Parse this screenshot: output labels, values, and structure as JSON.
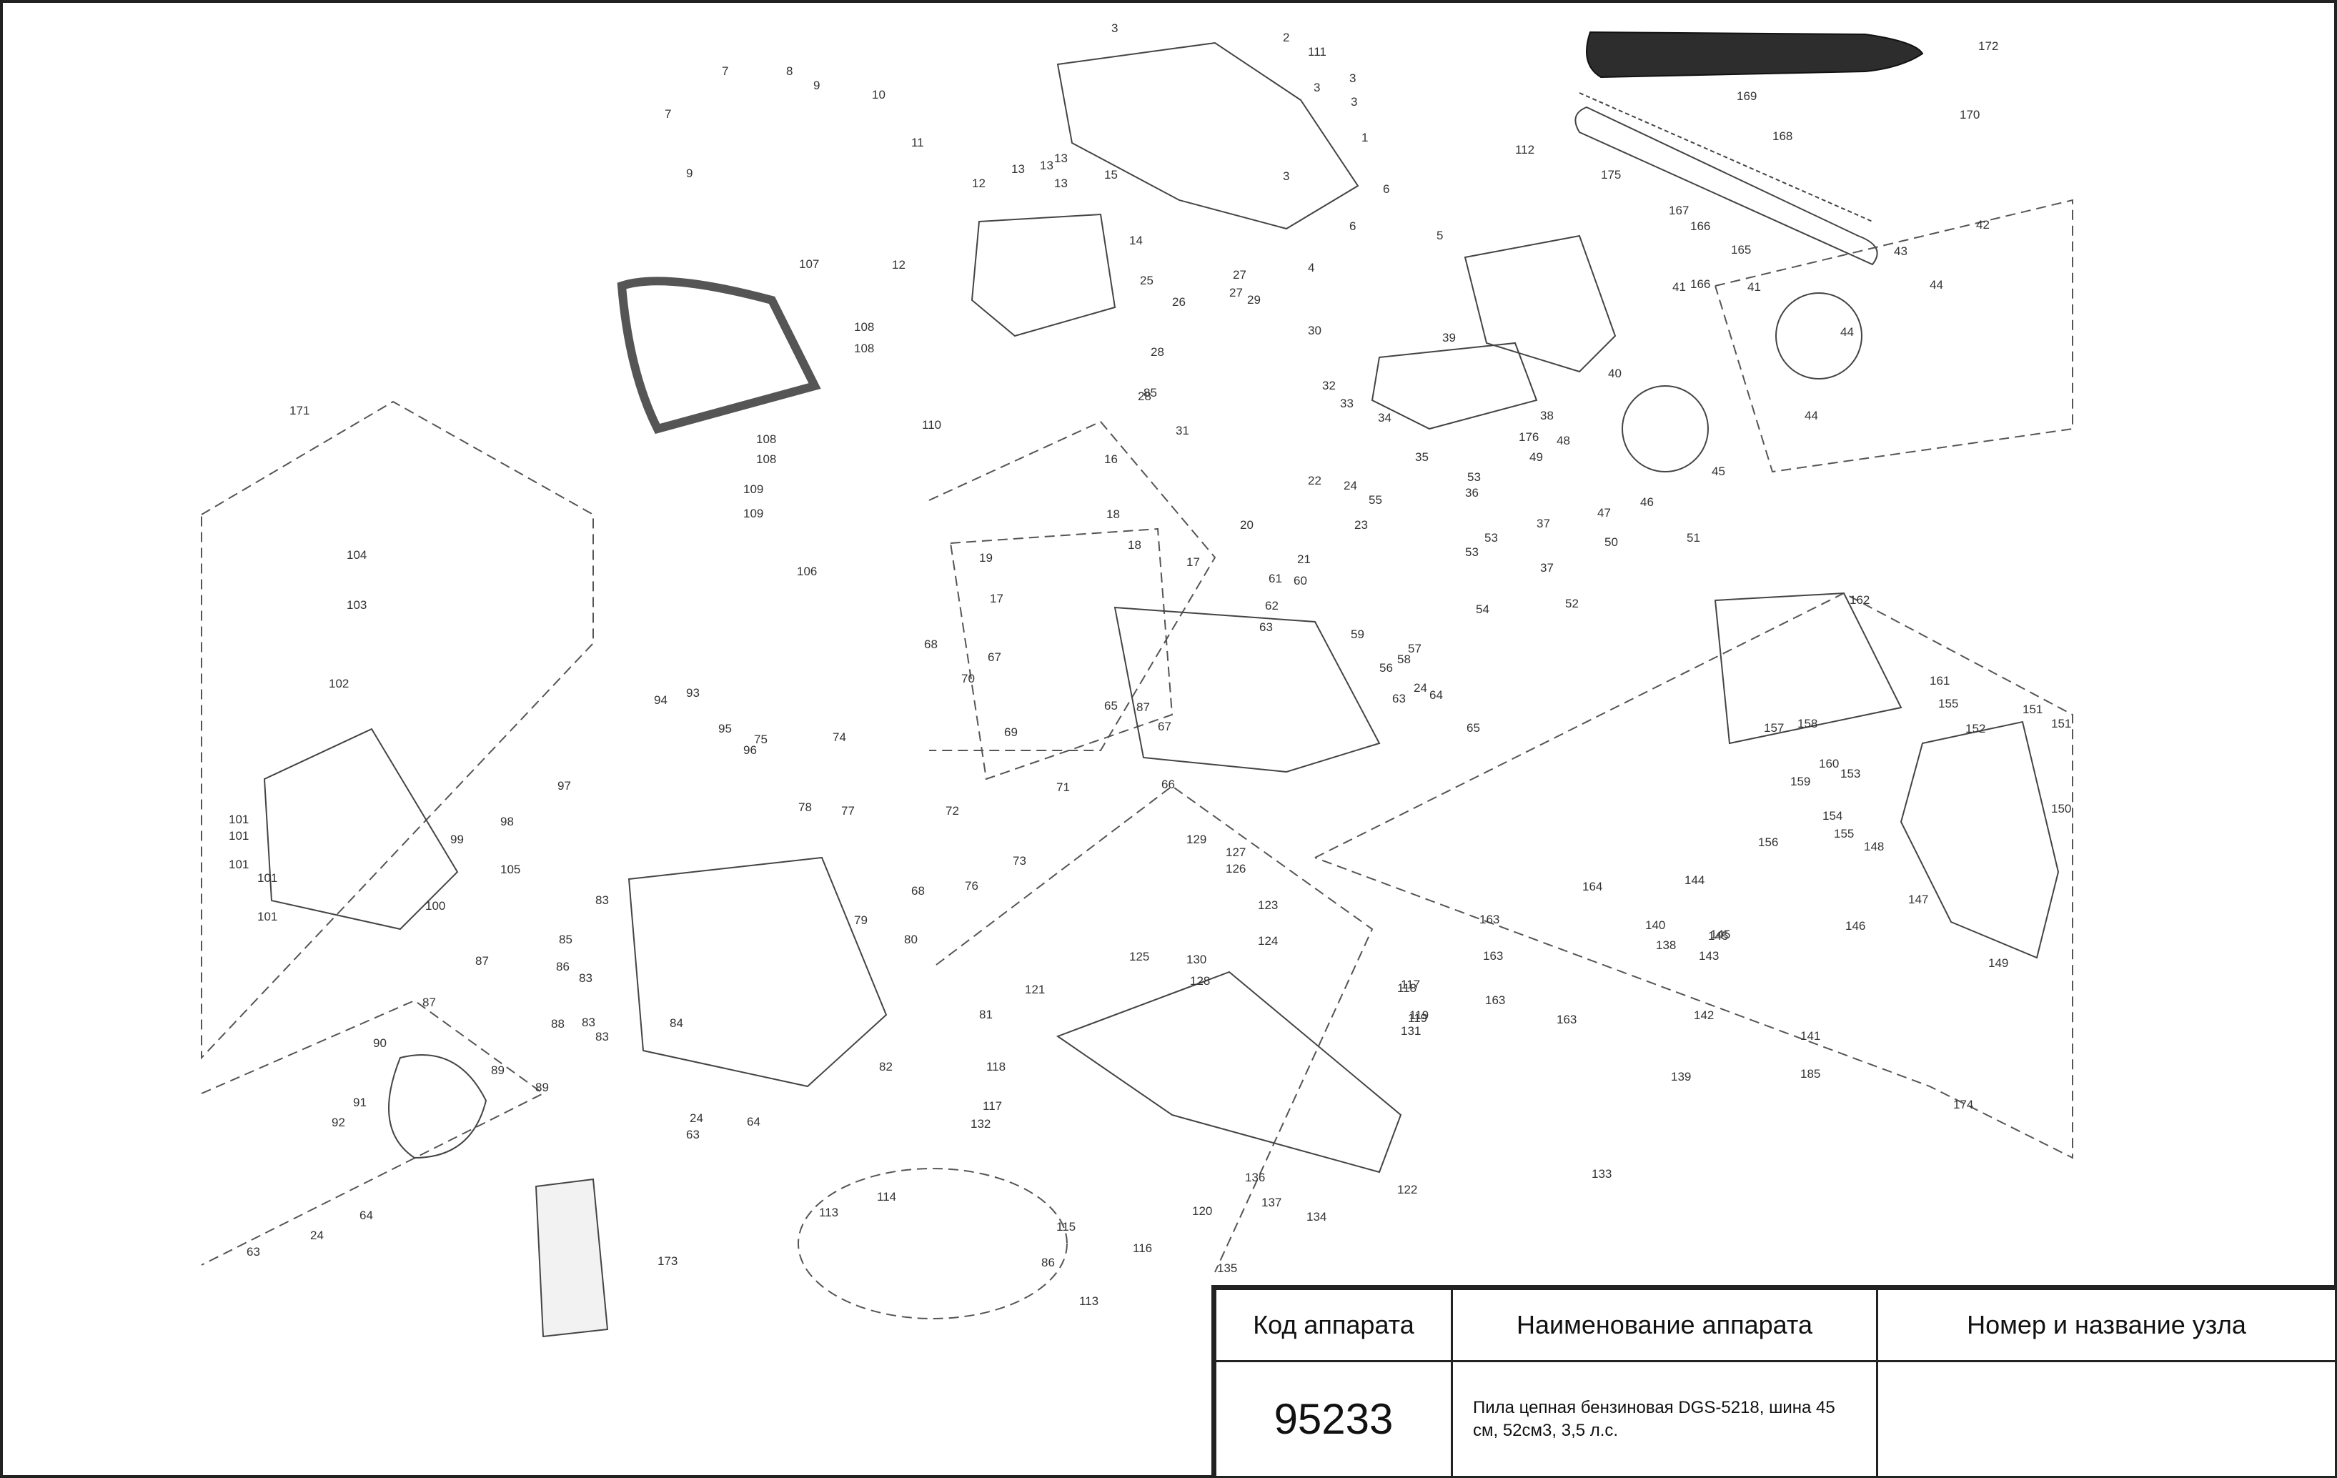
{
  "parts": [
    {
      "label": "3"
    },
    {
      "label": "2"
    },
    {
      "label": "111"
    },
    {
      "label": "3"
    },
    {
      "label": "3"
    },
    {
      "label": "3"
    },
    {
      "label": "1"
    },
    {
      "label": "3"
    },
    {
      "label": "6"
    },
    {
      "label": "6"
    },
    {
      "label": "5"
    },
    {
      "label": "4"
    },
    {
      "label": "7"
    },
    {
      "label": "8"
    },
    {
      "label": "9"
    },
    {
      "label": "7"
    },
    {
      "label": "10"
    },
    {
      "label": "9"
    },
    {
      "label": "11"
    },
    {
      "label": "13"
    },
    {
      "label": "13"
    },
    {
      "label": "13"
    },
    {
      "label": "13"
    },
    {
      "label": "15"
    },
    {
      "label": "12"
    },
    {
      "label": "12"
    },
    {
      "label": "14"
    },
    {
      "label": "25"
    },
    {
      "label": "26"
    },
    {
      "label": "27"
    },
    {
      "label": "27"
    },
    {
      "label": "29"
    },
    {
      "label": "28"
    },
    {
      "label": "28"
    },
    {
      "label": "30"
    },
    {
      "label": "85"
    },
    {
      "label": "32"
    },
    {
      "label": "33"
    },
    {
      "label": "31"
    },
    {
      "label": "34"
    },
    {
      "label": "107"
    },
    {
      "label": "108"
    },
    {
      "label": "108"
    },
    {
      "label": "108"
    },
    {
      "label": "108"
    },
    {
      "label": "110"
    },
    {
      "label": "109"
    },
    {
      "label": "109"
    },
    {
      "label": "112"
    },
    {
      "label": "175"
    },
    {
      "label": "169"
    },
    {
      "label": "168"
    },
    {
      "label": "167"
    },
    {
      "label": "166"
    },
    {
      "label": "165"
    },
    {
      "label": "166"
    },
    {
      "label": "172"
    },
    {
      "label": "170"
    },
    {
      "label": "42"
    },
    {
      "label": "43"
    },
    {
      "label": "44"
    },
    {
      "label": "44"
    },
    {
      "label": "44"
    },
    {
      "label": "41"
    },
    {
      "label": "41"
    },
    {
      "label": "39"
    },
    {
      "label": "40"
    },
    {
      "label": "38"
    },
    {
      "label": "176"
    },
    {
      "label": "48"
    },
    {
      "label": "49"
    },
    {
      "label": "47"
    },
    {
      "label": "46"
    },
    {
      "label": "45"
    },
    {
      "label": "35"
    },
    {
      "label": "53"
    },
    {
      "label": "36"
    },
    {
      "label": "53"
    },
    {
      "label": "53"
    },
    {
      "label": "37"
    },
    {
      "label": "37"
    },
    {
      "label": "50"
    },
    {
      "label": "51"
    },
    {
      "label": "52"
    },
    {
      "label": "54"
    },
    {
      "label": "16"
    },
    {
      "label": "18"
    },
    {
      "label": "18"
    },
    {
      "label": "17"
    },
    {
      "label": "19"
    },
    {
      "label": "17"
    },
    {
      "label": "22"
    },
    {
      "label": "24"
    },
    {
      "label": "55"
    },
    {
      "label": "23"
    },
    {
      "label": "20"
    },
    {
      "label": "21"
    },
    {
      "label": "61"
    },
    {
      "label": "60"
    },
    {
      "label": "62"
    },
    {
      "label": "63"
    },
    {
      "label": "59"
    },
    {
      "label": "57"
    },
    {
      "label": "58"
    },
    {
      "label": "56"
    },
    {
      "label": "24"
    },
    {
      "label": "63"
    },
    {
      "label": "64"
    },
    {
      "label": "65"
    },
    {
      "label": "171"
    },
    {
      "label": "104"
    },
    {
      "label": "103"
    },
    {
      "label": "102"
    },
    {
      "label": "106"
    },
    {
      "label": "93"
    },
    {
      "label": "94"
    },
    {
      "label": "95"
    },
    {
      "label": "96"
    },
    {
      "label": "97"
    },
    {
      "label": "98"
    },
    {
      "label": "99"
    },
    {
      "label": "101"
    },
    {
      "label": "101"
    },
    {
      "label": "101"
    },
    {
      "label": "101"
    },
    {
      "label": "101"
    },
    {
      "label": "100"
    },
    {
      "label": "105"
    },
    {
      "label": "68"
    },
    {
      "label": "67"
    },
    {
      "label": "70"
    },
    {
      "label": "69"
    },
    {
      "label": "65"
    },
    {
      "label": "87"
    },
    {
      "label": "67"
    },
    {
      "label": "66"
    },
    {
      "label": "71"
    },
    {
      "label": "74"
    },
    {
      "label": "75"
    },
    {
      "label": "72"
    },
    {
      "label": "73"
    },
    {
      "label": "78"
    },
    {
      "label": "77"
    },
    {
      "label": "68"
    },
    {
      "label": "76"
    },
    {
      "label": "79"
    },
    {
      "label": "80"
    },
    {
      "label": "81"
    },
    {
      "label": "82"
    },
    {
      "label": "83"
    },
    {
      "label": "85"
    },
    {
      "label": "86"
    },
    {
      "label": "87"
    },
    {
      "label": "83"
    },
    {
      "label": "87"
    },
    {
      "label": "88"
    },
    {
      "label": "83"
    },
    {
      "label": "84"
    },
    {
      "label": "83"
    },
    {
      "label": "89"
    },
    {
      "label": "89"
    },
    {
      "label": "90"
    },
    {
      "label": "91"
    },
    {
      "label": "92"
    },
    {
      "label": "64"
    },
    {
      "label": "24"
    },
    {
      "label": "63"
    },
    {
      "label": "24"
    },
    {
      "label": "63"
    },
    {
      "label": "64"
    },
    {
      "label": "173"
    },
    {
      "label": "129"
    },
    {
      "label": "127"
    },
    {
      "label": "126"
    },
    {
      "label": "125"
    },
    {
      "label": "130"
    },
    {
      "label": "128"
    },
    {
      "label": "123"
    },
    {
      "label": "124"
    },
    {
      "label": "121"
    },
    {
      "label": "118"
    },
    {
      "label": "117"
    },
    {
      "label": "119"
    },
    {
      "label": "131"
    },
    {
      "label": "119"
    },
    {
      "label": "118"
    },
    {
      "label": "117"
    },
    {
      "label": "132"
    },
    {
      "label": "122"
    },
    {
      "label": "136"
    },
    {
      "label": "137"
    },
    {
      "label": "134"
    },
    {
      "label": "135"
    },
    {
      "label": "120"
    },
    {
      "label": "116"
    },
    {
      "label": "115"
    },
    {
      "label": "114"
    },
    {
      "label": "113"
    },
    {
      "label": "86"
    },
    {
      "label": "113"
    },
    {
      "label": "133"
    },
    {
      "label": "162"
    },
    {
      "label": "161"
    },
    {
      "label": "155"
    },
    {
      "label": "157"
    },
    {
      "label": "158"
    },
    {
      "label": "160"
    },
    {
      "label": "159"
    },
    {
      "label": "152"
    },
    {
      "label": "151"
    },
    {
      "label": "151"
    },
    {
      "label": "150"
    },
    {
      "label": "153"
    },
    {
      "label": "154"
    },
    {
      "label": "155"
    },
    {
      "label": "156"
    },
    {
      "label": "148"
    },
    {
      "label": "147"
    },
    {
      "label": "146"
    },
    {
      "label": "144"
    },
    {
      "label": "145"
    },
    {
      "label": "145"
    },
    {
      "label": "143"
    },
    {
      "label": "140"
    },
    {
      "label": "138"
    },
    {
      "label": "163"
    },
    {
      "label": "164"
    },
    {
      "label": "163"
    },
    {
      "label": "163"
    },
    {
      "label": "163"
    },
    {
      "label": "142"
    },
    {
      "label": "141"
    },
    {
      "label": "185"
    },
    {
      "label": "139"
    },
    {
      "label": "149"
    },
    {
      "label": "174"
    }
  ],
  "table": {
    "col1_header": "Код аппарата",
    "col2_header": "Наименование аппарата",
    "col3_header": "Номер и название узла",
    "code": "95233",
    "name": "Пила цепная бензиновая DGS-5218, шина 45 см, 52см3, 3,5 л.с.",
    "node": ""
  }
}
